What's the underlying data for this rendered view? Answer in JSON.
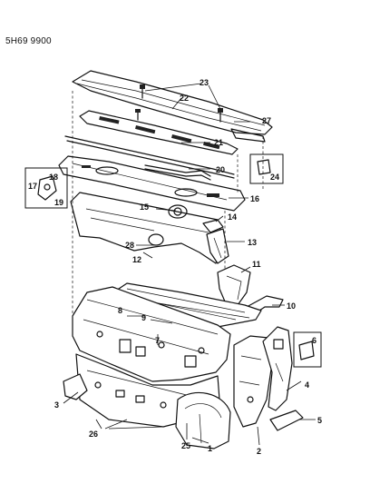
{
  "document": {
    "code": "5H69 9900"
  },
  "callouts": [
    {
      "id": "c1",
      "label": "1"
    },
    {
      "id": "c2",
      "label": "2"
    },
    {
      "id": "c3",
      "label": "3"
    },
    {
      "id": "c4",
      "label": "4"
    },
    {
      "id": "c5",
      "label": "5"
    },
    {
      "id": "c6",
      "label": "6"
    },
    {
      "id": "c7",
      "label": "7"
    },
    {
      "id": "c8",
      "label": "8"
    },
    {
      "id": "c9",
      "label": "9"
    },
    {
      "id": "c10",
      "label": "10"
    },
    {
      "id": "c11",
      "label": "11"
    },
    {
      "id": "c12",
      "label": "12"
    },
    {
      "id": "c13",
      "label": "13"
    },
    {
      "id": "c14",
      "label": "14"
    },
    {
      "id": "c15",
      "label": "15"
    },
    {
      "id": "c16",
      "label": "16"
    },
    {
      "id": "c17",
      "label": "17"
    },
    {
      "id": "c18",
      "label": "18"
    },
    {
      "id": "c19",
      "label": "19"
    },
    {
      "id": "c20",
      "label": "20"
    },
    {
      "id": "c21",
      "label": "21"
    },
    {
      "id": "c22",
      "label": "22"
    },
    {
      "id": "c23",
      "label": "23"
    },
    {
      "id": "c24",
      "label": "24"
    },
    {
      "id": "c25",
      "label": "25"
    },
    {
      "id": "c26",
      "label": "26"
    },
    {
      "id": "c27",
      "label": "27"
    },
    {
      "id": "c28",
      "label": "28"
    }
  ]
}
